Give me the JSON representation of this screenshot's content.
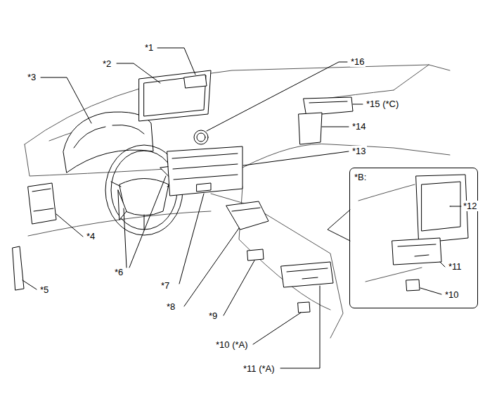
{
  "diagram": {
    "nodes": [
      {
        "text": [
          "*B:"
        ]
      }
    ],
    "labels": [
      "*1",
      "*2",
      "*3",
      "*16",
      "*15 (*C)",
      "*14",
      "*13",
      "*4",
      "*5",
      "*6",
      "*7",
      "*8",
      "*9",
      "*10 (*A)",
      "*11 (*A)",
      "*12",
      "*11",
      "*10"
    ]
  }
}
